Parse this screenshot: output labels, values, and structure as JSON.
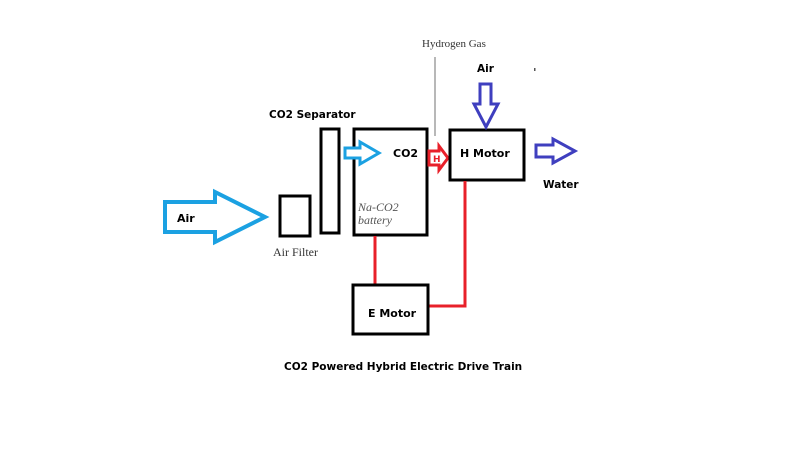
{
  "diagram": {
    "title": "CO2 Powered Hybrid Electric Drive Train",
    "colors": {
      "air_arrow": "#1ba1e2",
      "co2_arrow": "#1ba1e2",
      "hydrogen_arrow": "#e8202a",
      "h_motor_air_arrow": "#3f3fbf",
      "water_arrow": "#3f3fbf",
      "electric_wire": "#e8202a",
      "box_stroke": "#000000",
      "pointer_line": "#a0a0a0"
    },
    "labels": {
      "air_intake": "Air",
      "air_filter": "Air Filter",
      "co2_separator": "CO2 Separator",
      "co2": "CO2",
      "battery_line1": "Na-CO2",
      "battery_line2": "battery",
      "hydrogen_gas": "Hydrogen Gas",
      "hydrogen_symbol": "H",
      "h_motor_air": "Air",
      "h_motor": "H Motor",
      "water": "Water",
      "e_motor": "E Motor"
    },
    "nodes": [
      {
        "id": "air-filter",
        "label": "Air Filter"
      },
      {
        "id": "co2-separator",
        "label": "CO2 Separator"
      },
      {
        "id": "na-co2-battery",
        "label": "Na-CO2 battery"
      },
      {
        "id": "h-motor",
        "label": "H Motor"
      },
      {
        "id": "e-motor",
        "label": "E Motor"
      }
    ],
    "edges": [
      {
        "from": "air-intake",
        "to": "air-filter",
        "label": "Air"
      },
      {
        "from": "co2-separator",
        "to": "na-co2-battery",
        "label": "CO2"
      },
      {
        "from": "na-co2-battery",
        "to": "h-motor",
        "label": "Hydrogen Gas"
      },
      {
        "from": "air-input",
        "to": "h-motor",
        "label": "Air"
      },
      {
        "from": "h-motor",
        "to": "water-output",
        "label": "Water"
      },
      {
        "from": "na-co2-battery",
        "to": "e-motor",
        "label": "wire"
      },
      {
        "from": "e-motor",
        "to": "h-motor",
        "label": "wire"
      }
    ]
  }
}
